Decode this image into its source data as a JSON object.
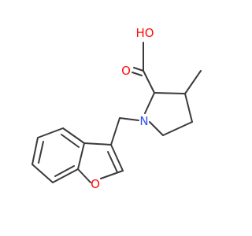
{
  "molecule": {
    "atoms": {
      "hydroxyl": {
        "text": "HO",
        "color": "#ff0d0d"
      },
      "carbonyl_o": {
        "text": "O",
        "color": "#ff0d0d"
      },
      "ring_n": {
        "text": "N",
        "color": "#3050f8"
      },
      "furan_o": {
        "text": "O",
        "color": "#ff0d0d"
      }
    },
    "bond_color": "#3a3a3a",
    "background": "#ffffff"
  }
}
